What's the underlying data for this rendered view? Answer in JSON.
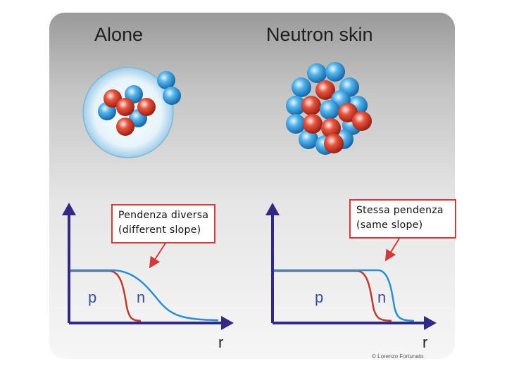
{
  "headings": {
    "left": "Alone",
    "right": "Neutron skin"
  },
  "left_plot": {
    "p_label": "p",
    "n_label": "n",
    "r_label": "r",
    "callout_line1": "Pendenza diversa",
    "callout_line2": "(different slope)"
  },
  "right_plot": {
    "p_label": "p",
    "n_label": "n",
    "r_label": "r",
    "callout_line1": "Stessa pendenza",
    "callout_line2": "(same slope)"
  },
  "copyright": "© Lorenzo Fortunato",
  "colors": {
    "axis": "#302a86",
    "proton_curve": "#c0392b",
    "neutron_curve": "#2a8fd0",
    "callout_border": "#d23a3a",
    "label_blue": "#3c4f9a"
  }
}
